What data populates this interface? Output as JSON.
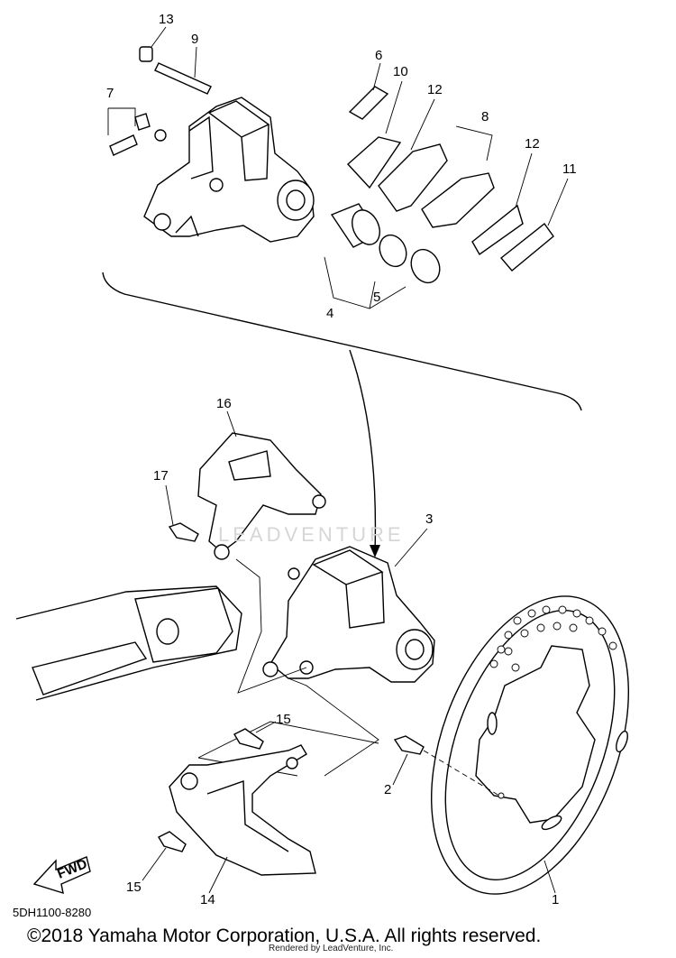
{
  "diagram": {
    "drawing_code": "5DH1100-8280",
    "copyright": "©2018 Yamaha Motor Corporation, U.S.A. All rights reserved.",
    "rendered_by": "Rendered by LeadVenture, Inc.",
    "watermark": "LEADVENTURE",
    "fwd_label": "FWD",
    "callouts": {
      "c1": "1",
      "c2": "2",
      "c3": "3",
      "c4": "4",
      "c5": "5",
      "c6": "6",
      "c7": "7",
      "c8": "8",
      "c9": "9",
      "c10": "10",
      "c11": "11",
      "c12a": "12",
      "c12b": "12",
      "c13": "13",
      "c14": "14",
      "c15a": "15",
      "c15b": "15",
      "c16": "16",
      "c17": "17"
    }
  }
}
